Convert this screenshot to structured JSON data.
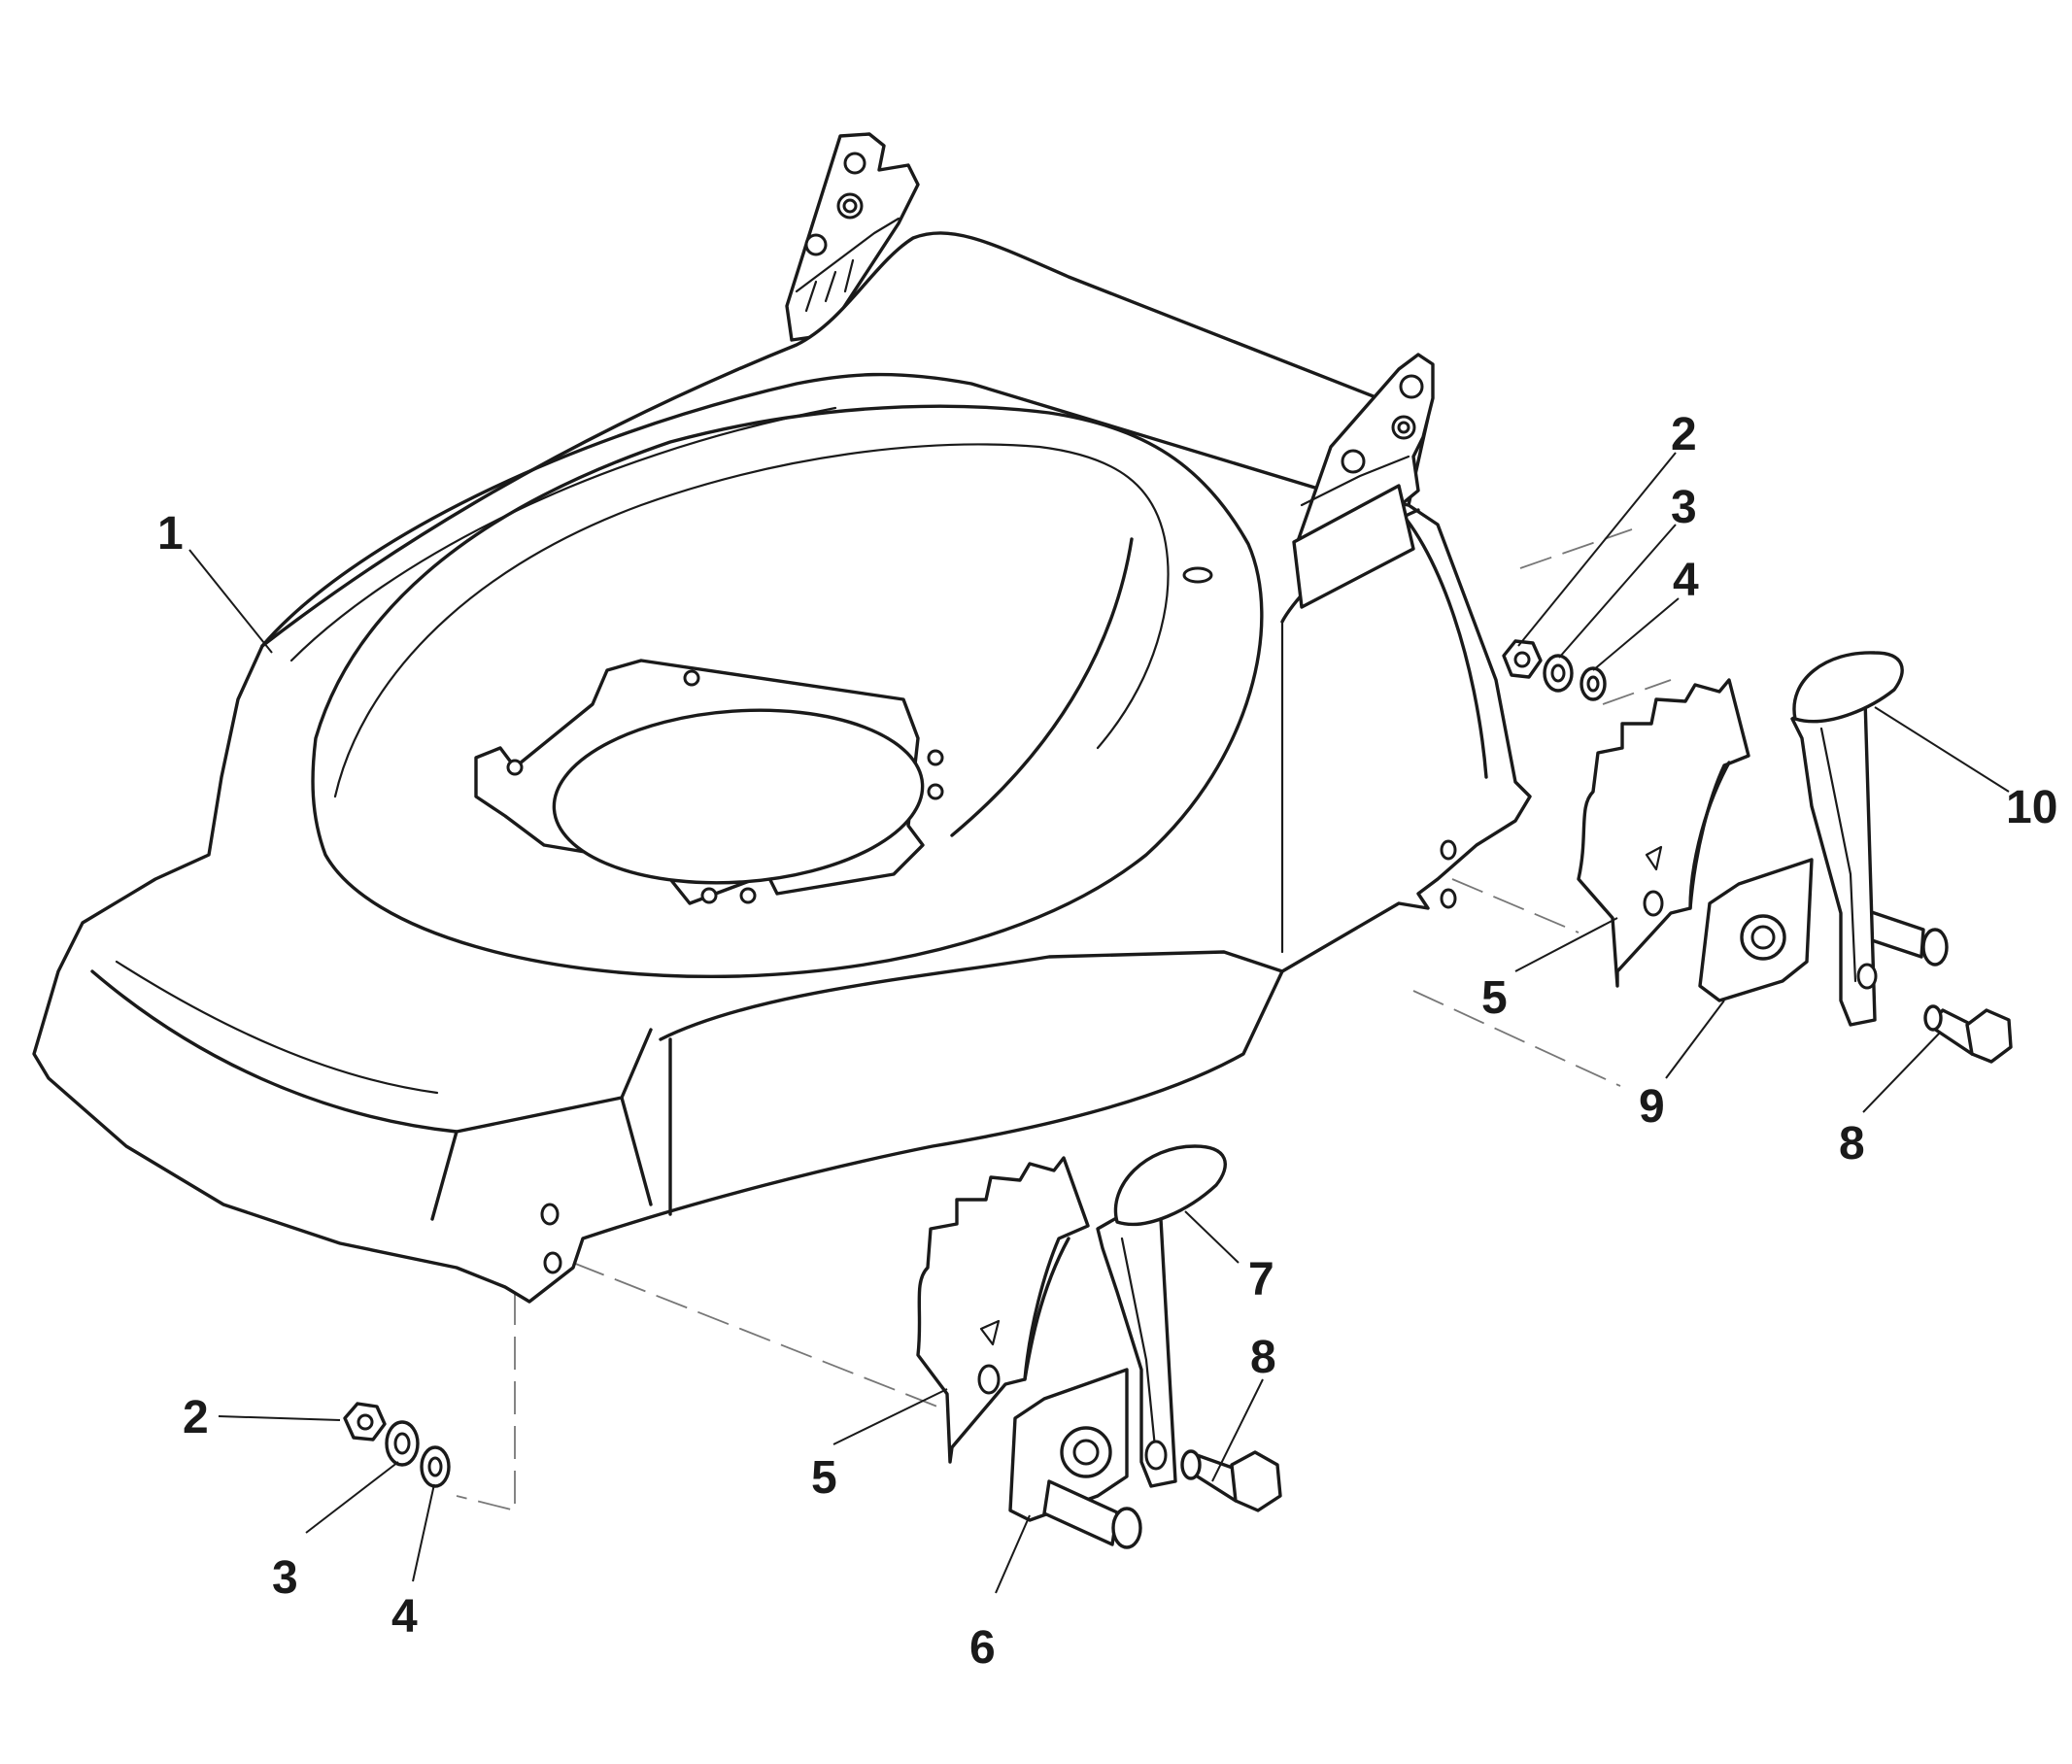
{
  "callouts": [
    {
      "id": "c1",
      "text": "1"
    },
    {
      "id": "c2a",
      "text": "2"
    },
    {
      "id": "c3a",
      "text": "3"
    },
    {
      "id": "c4a",
      "text": "4"
    },
    {
      "id": "c10",
      "text": "10"
    },
    {
      "id": "c5a",
      "text": "5"
    },
    {
      "id": "c9",
      "text": "9"
    },
    {
      "id": "c8a",
      "text": "8"
    },
    {
      "id": "c7",
      "text": "7"
    },
    {
      "id": "c8b",
      "text": "8"
    },
    {
      "id": "c2b",
      "text": "2"
    },
    {
      "id": "c3b",
      "text": "3"
    },
    {
      "id": "c4b",
      "text": "4"
    },
    {
      "id": "c5b",
      "text": "5"
    },
    {
      "id": "c6",
      "text": "6"
    }
  ]
}
